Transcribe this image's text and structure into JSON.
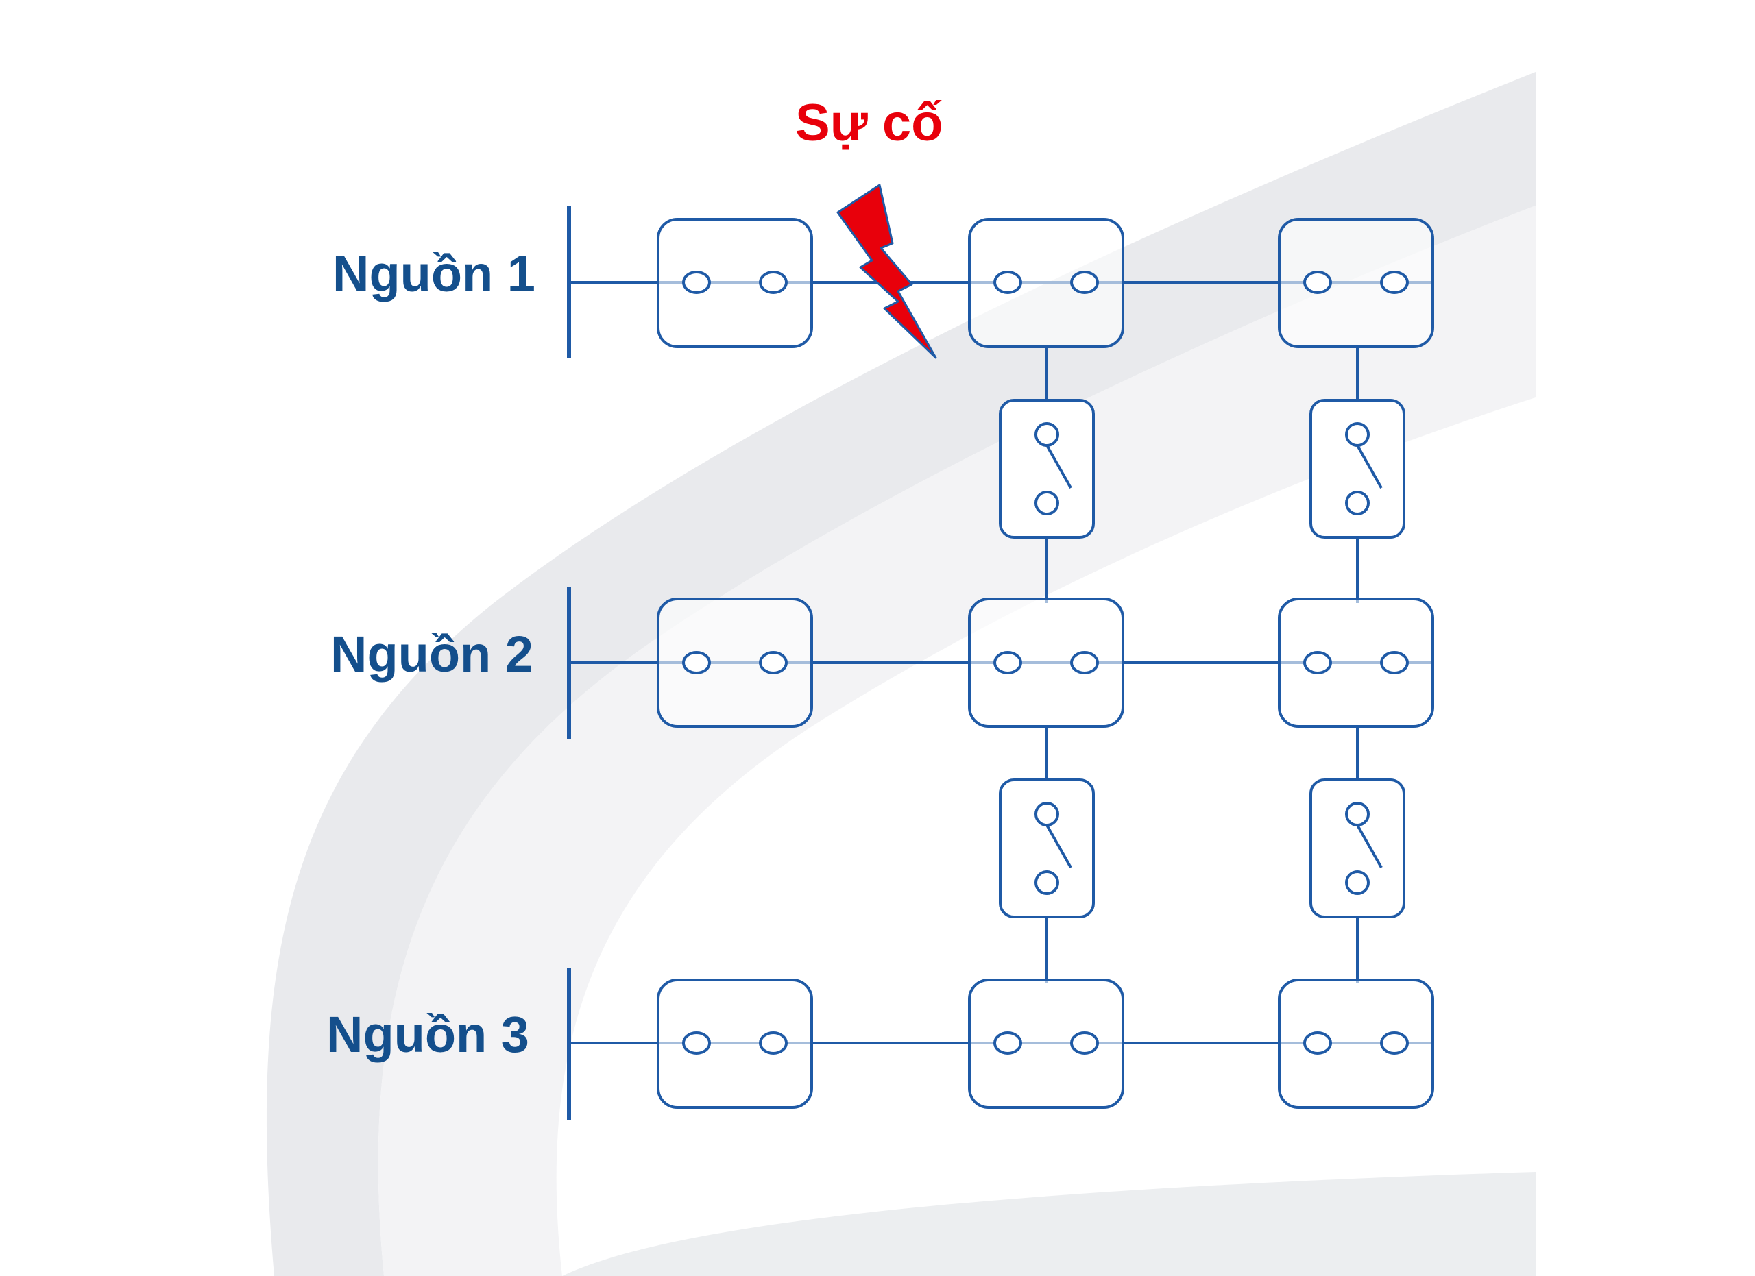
{
  "fault": {
    "label": "Sự cố",
    "color": "#e8000b"
  },
  "sources": [
    {
      "label": "Nguồn 1"
    },
    {
      "label": "Nguồn 2"
    },
    {
      "label": "Nguồn 3"
    }
  ],
  "colors": {
    "line": "#1f5aa6",
    "label": "#144f8c",
    "background_swoosh": "#e6e7ea",
    "background_swoosh_shadow": "#d3d4d8"
  },
  "icons": {
    "fault": "lightning-bolt-icon",
    "closed_breaker": "closed-switch-icon",
    "open_switch": "open-switch-icon",
    "busbar": "busbar-icon"
  }
}
